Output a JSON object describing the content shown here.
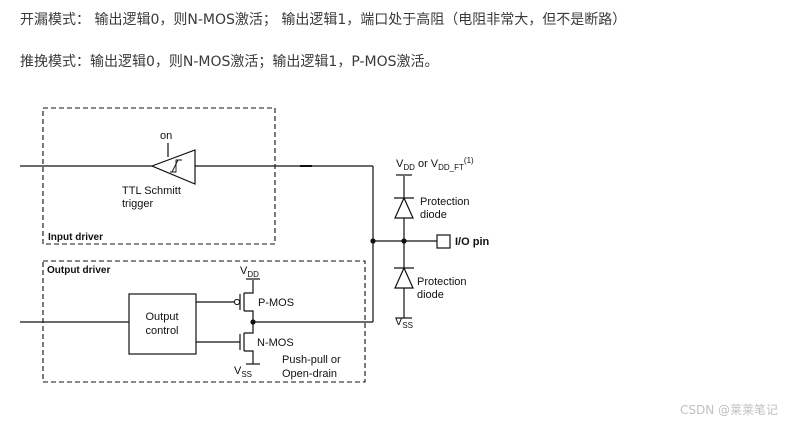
{
  "text": {
    "line1": "开漏模式： 输出逻辑0，则N-MOS激活； 输出逻辑1，端口处于高阻（电阻非常大，但不是断路）",
    "line2": "推挽模式：输出逻辑0，则N-MOS激活；输出逻辑1，P-MOS激活。"
  },
  "diagram": {
    "input_driver_label": "Input driver",
    "output_driver_label": "Output driver",
    "on_label": "on",
    "schmitt_line1": "TTL Schmitt",
    "schmitt_line2": "trigger",
    "output_control_line1": "Output",
    "output_control_line2": "control",
    "pmos_label": "P-MOS",
    "nmos_label": "N-MOS",
    "mode_line1": "Push-pull or",
    "mode_line2": "Open-drain",
    "vdd_main": "V",
    "vdd_sub": "DD",
    "vdd_or": " or V",
    "vdd_ft_sub": "DD_FT",
    "vdd_ft_sup": "(1)",
    "vss_main": "V",
    "vss_sub": "SS",
    "protection_line1": "Protection",
    "protection_line2": "diode",
    "io_pin_label": "I/O pin"
  },
  "watermark": "CSDN @莱莱笔记"
}
